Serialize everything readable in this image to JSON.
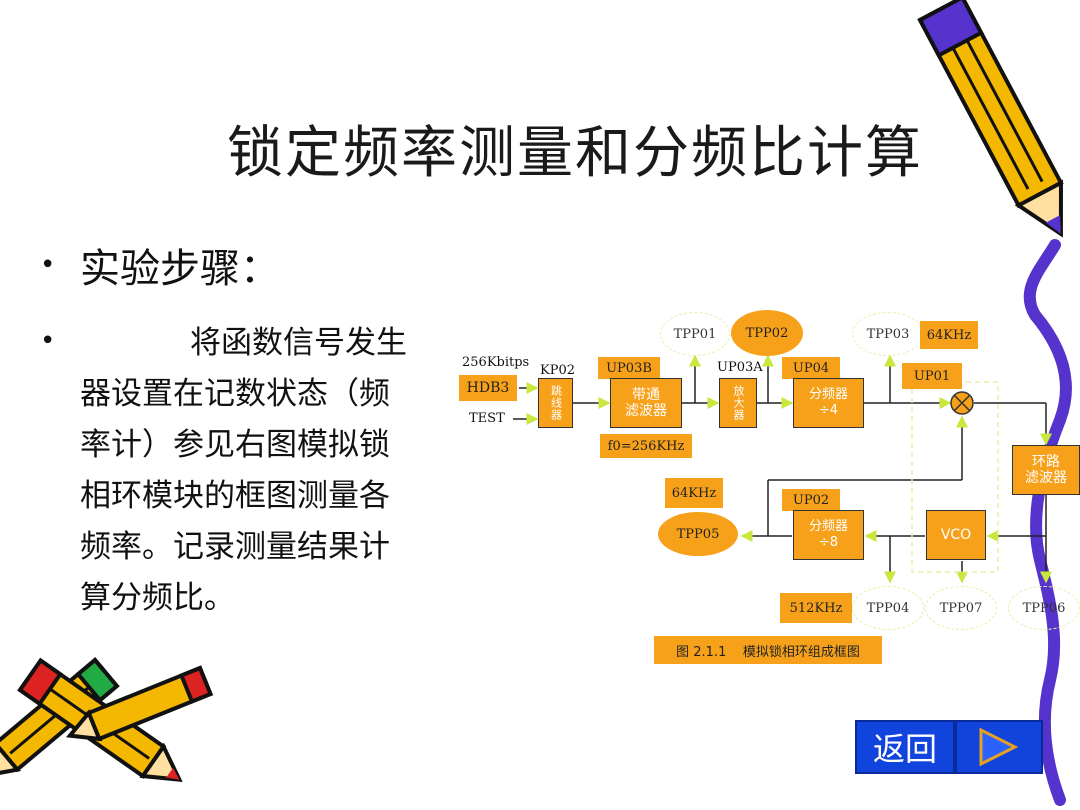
{
  "slide": {
    "title": "锁定频率测量和分频比计算",
    "heading": "实验步骤：",
    "body": "将函数信号发生器设置在记数状态（频率计）参见右图模拟锁相环模块的框图测量各频率。记录测量结果计算分频比。"
  },
  "diagram": {
    "input_rate": "256Kbitps",
    "hdb3": "HDB3",
    "test": "TEST",
    "kp02": "KP02",
    "kp02_block": "跳线器",
    "up03b": "UP03B",
    "bandpass": "带通\n滤波器",
    "f0": "f0=256KHz",
    "tpp01": "TPP01",
    "tpp02": "TPP02",
    "up03a": "UP03A",
    "amp_block": "放大器",
    "tpp03": "TPP03",
    "freq_64_top": "64KHz",
    "up04": "UP04",
    "div4": "分频器\n÷4",
    "up01": "UP01",
    "loop_filter": "环路\n滤波器",
    "freq_64_left": "64KHz",
    "tpp05": "TPP05",
    "up02": "UP02",
    "div8": "分频器\n÷8",
    "vco": "VCO",
    "freq_512": "512KHz",
    "tpp04": "TPP04",
    "tpp07": "TPP07",
    "tpp06": "TPP06",
    "caption": "图 2.1.1    模拟锁相环组成框图"
  },
  "nav": {
    "back_label": "返回",
    "next_icon": "play-arrow-icon"
  },
  "colors": {
    "block_orange": "#f7a11a",
    "nav_blue": "#1144dd",
    "pencil_yellow": "#f5b800",
    "pencil_purple": "#5533cc"
  }
}
